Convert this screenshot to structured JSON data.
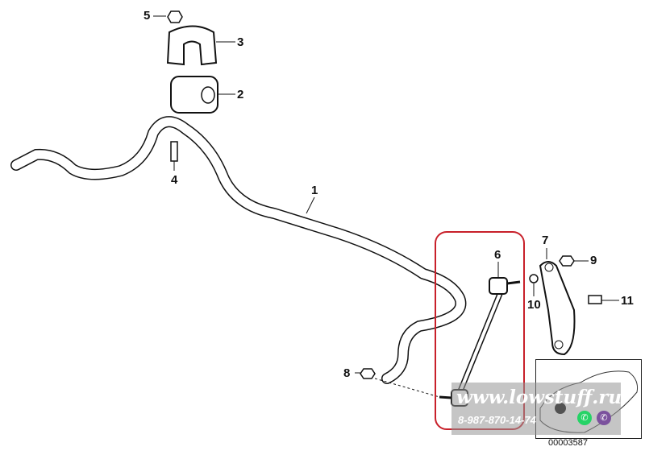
{
  "callouts": {
    "c1": "1",
    "c2": "2",
    "c3": "3",
    "c4": "4",
    "c5": "5",
    "c6": "6",
    "c7": "7",
    "c8": "8",
    "c9": "9",
    "c10": "10",
    "c11": "11"
  },
  "diagram_id": "00003587",
  "watermark": {
    "url": "www.lowstuff.ru",
    "phone": "8-987-870-14-74"
  },
  "colors": {
    "highlight": "#c8202a",
    "whatsapp": "#25d366",
    "viber": "#7b519d"
  }
}
